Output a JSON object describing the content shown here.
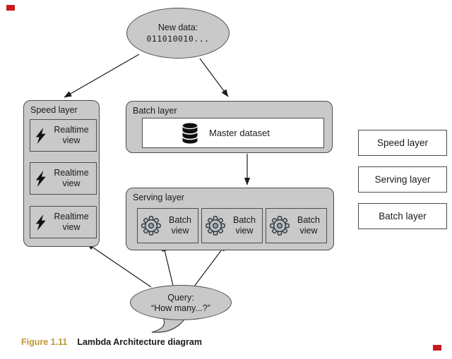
{
  "figure": {
    "label": "Figure 1.11",
    "title": "Lambda Architecture diagram"
  },
  "nodes": {
    "new_data": {
      "line1": "New data:",
      "line2": "011010010..."
    },
    "query": {
      "line1": "Query:",
      "line2": "“How many...?”"
    }
  },
  "speed_layer": {
    "title": "Speed layer",
    "views": [
      {
        "label": "Realtime view"
      },
      {
        "label": "Realtime view"
      },
      {
        "label": "Realtime view"
      }
    ]
  },
  "batch_layer": {
    "title": "Batch layer",
    "master_dataset_label": "Master dataset"
  },
  "serving_layer": {
    "title": "Serving layer",
    "views": [
      {
        "label": "Batch view"
      },
      {
        "label": "Batch view"
      },
      {
        "label": "Batch view"
      }
    ]
  },
  "legend": {
    "items": [
      {
        "label": "Speed layer"
      },
      {
        "label": "Serving layer"
      },
      {
        "label": "Batch layer"
      }
    ]
  },
  "colors": {
    "node_fill": "#c9c9c9",
    "node_border": "#4c4c4c",
    "caption_accent": "#bd9638",
    "corner_marker": "#c8191c"
  }
}
